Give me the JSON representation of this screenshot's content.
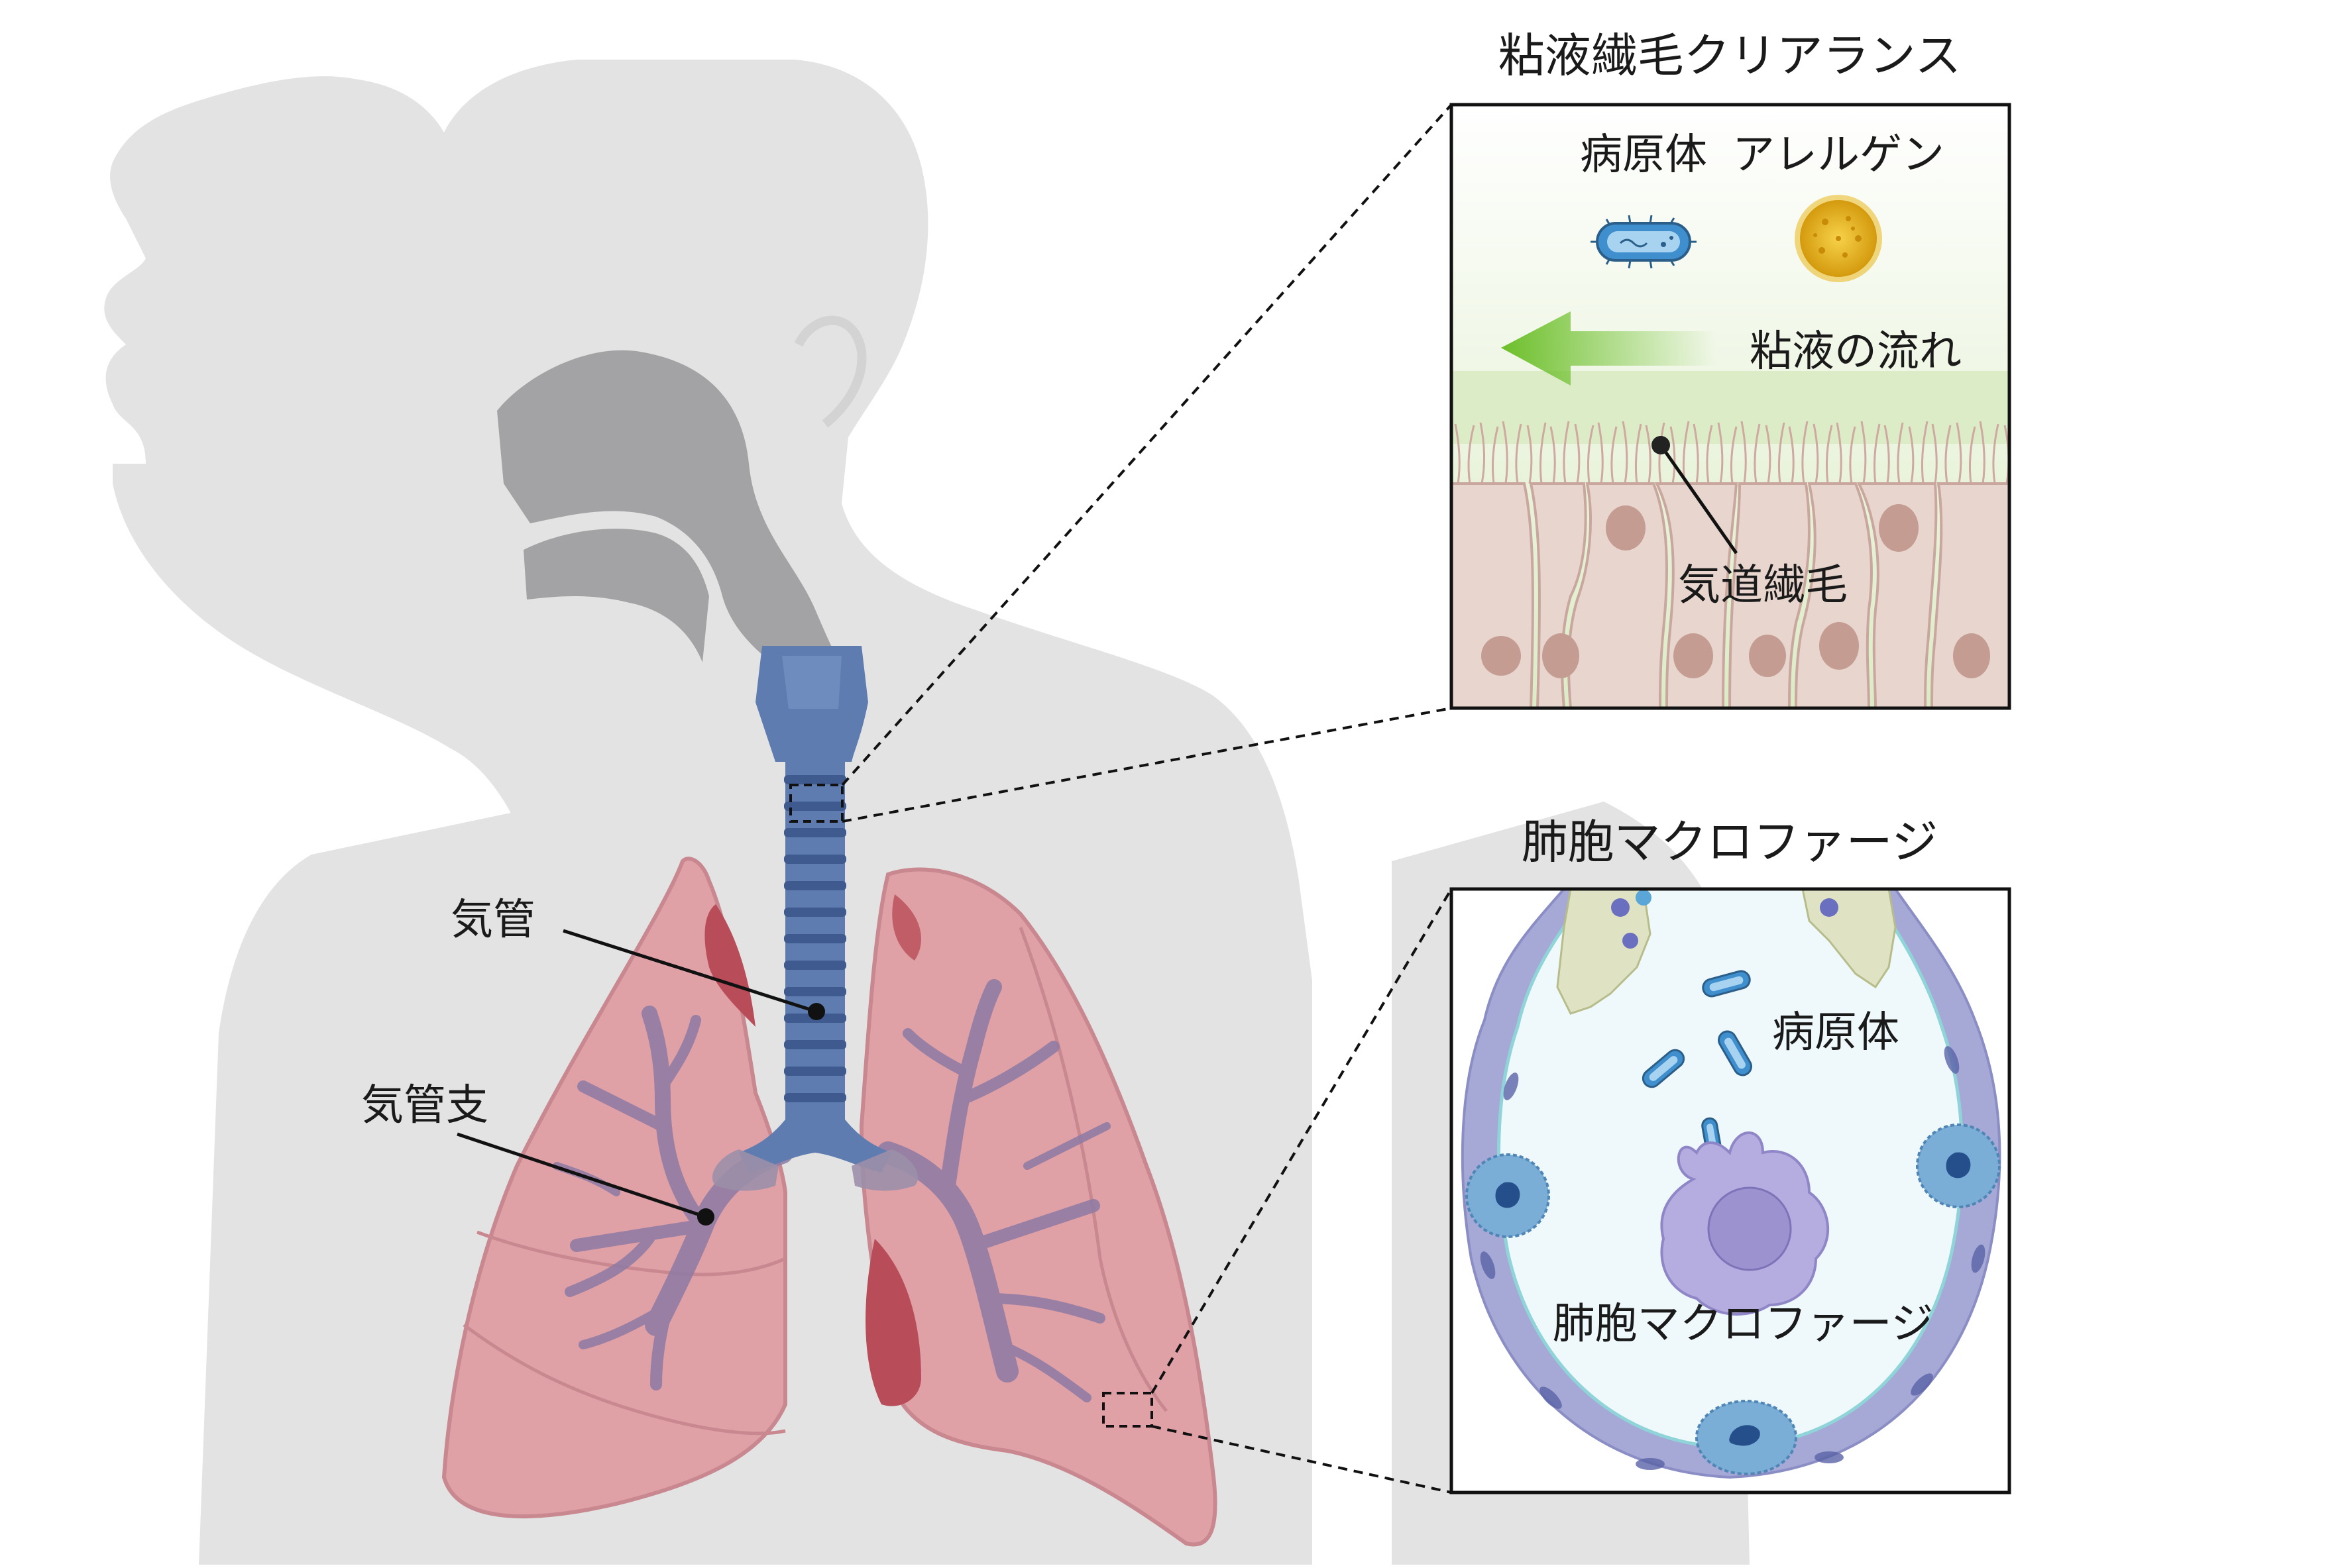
{
  "labels": {
    "trachea": "気管",
    "bronchi": "気管支",
    "mucociliary_title": "粘液繊毛クリアランス",
    "pathogen": "病原体",
    "allergen": "アレルゲン",
    "mucus_flow": "粘液の流れ",
    "airway_cilia": "気道繊毛",
    "alveolar_title": "肺胞マクロファージ",
    "alveolar_pathogen": "病原体",
    "alveolar_macrophage": "肺胞マクロファージ"
  },
  "colors": {
    "body_silhouette": "#e3e3e3",
    "airway_passage": "#a3a3a5",
    "trachea": "#5e7cb0",
    "trachea_ring": "#3e5a8e",
    "lung": "#dfa0a6",
    "lung_outline": "#c98890",
    "lung_inner": "#b84c58",
    "bronchial_tree": "#8c7aa3",
    "mucus_gradient_top": "#e4f1d2",
    "flow_arrow": "#6cbf2a",
    "epithelial_cell": "#e7d5ce",
    "cell_nucleus": "#c49c92",
    "alveolus_fill": "#eff8fb",
    "alveolus_wall": "#a6a9d6",
    "macrophage": "#b5addf",
    "bacterium": "#3f8fce",
    "allergen_pollen": "#e9b61a"
  },
  "icons": {
    "pathogen": "bacterium-icon",
    "allergen": "pollen-icon",
    "macrophage": "macrophage-cell",
    "leader_endpoint": "dot-icon"
  }
}
